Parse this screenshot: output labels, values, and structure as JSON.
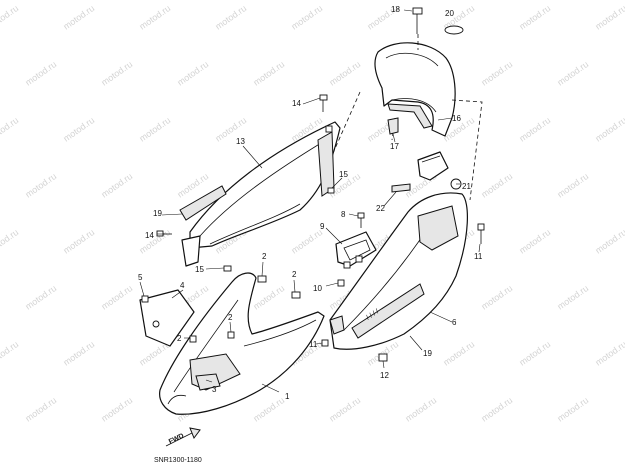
{
  "watermark": {
    "text": "motod.ru",
    "color": "#d4d4d4"
  },
  "drawing_code": "SNR1300-1180",
  "direction_label": "FWD",
  "callouts": [
    "1",
    "2",
    "2",
    "2",
    "2",
    "3",
    "4",
    "5",
    "6",
    "8",
    "9",
    "10",
    "11",
    "11",
    "12",
    "13",
    "14",
    "14",
    "15",
    "15",
    "16",
    "17",
    "18",
    "19",
    "19",
    "20",
    "21",
    "22"
  ],
  "colors": {
    "line": "#111111",
    "background": "#ffffff"
  }
}
